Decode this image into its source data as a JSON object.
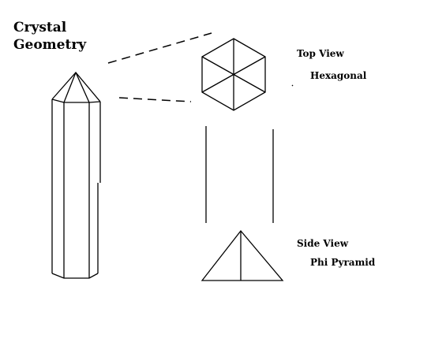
{
  "title": {
    "line1": "Crystal",
    "line2": "Geometry"
  },
  "top_view": {
    "label": "Top View",
    "shape": "Hexagonal"
  },
  "side_view": {
    "label": "Side View",
    "shape": "Phi Pyramid"
  },
  "colors": {
    "background": "#ffffff",
    "ink": "#000000"
  }
}
